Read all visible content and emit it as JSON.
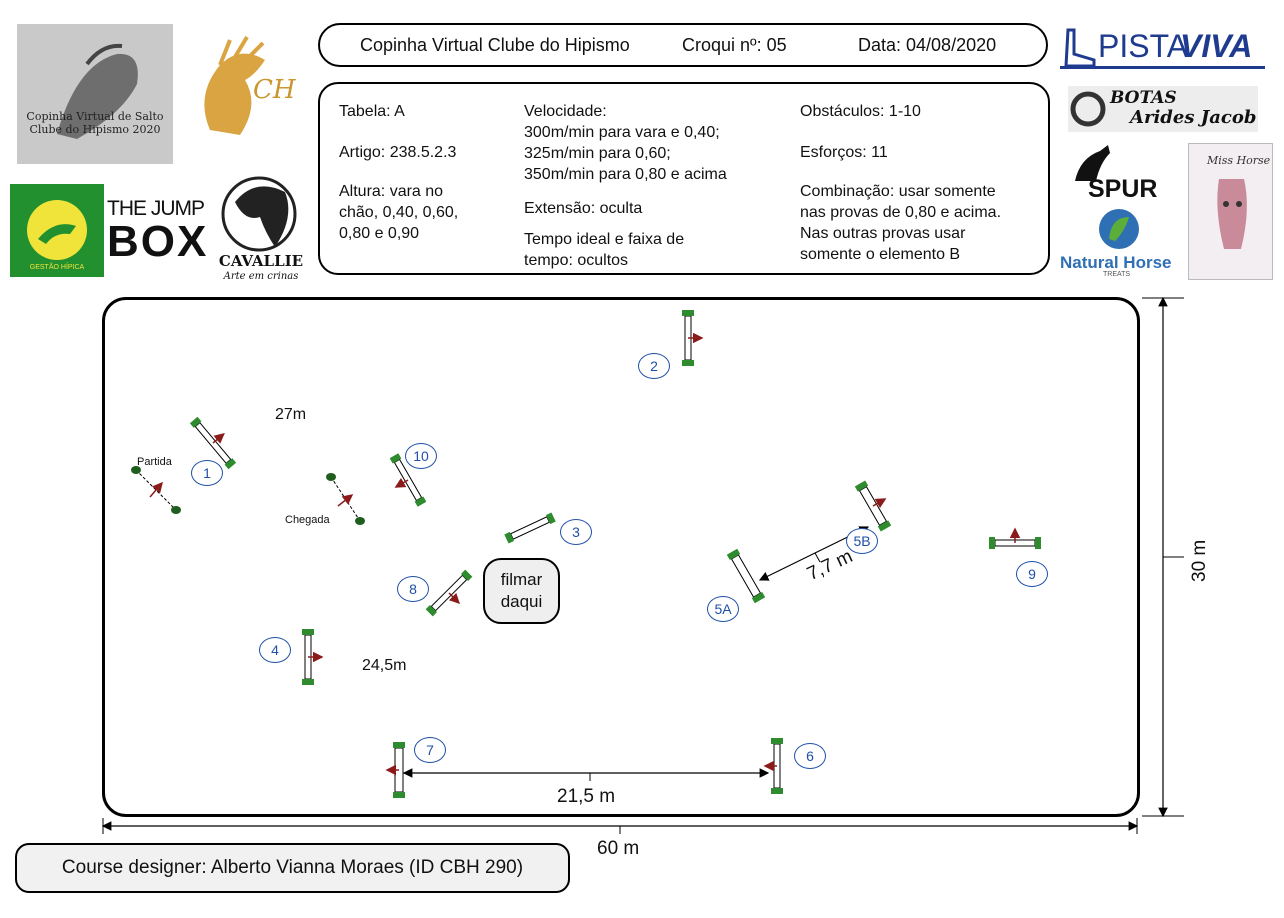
{
  "header": {
    "event": "Copinha Virtual Clube do Hipismo",
    "croqui": "Croqui nº: 05",
    "date": "Data: 04/08/2020"
  },
  "info": {
    "tabela": "Tabela: A",
    "artigo": "Artigo: 238.5.2.3",
    "altura": "Altura: vara no\nchão, 0,40, 0,60,\n0,80 e 0,90",
    "velocidade": "Velocidade:\n300m/min para vara e 0,40;\n325m/min para 0,60;\n350m/min para 0,80 e acima",
    "extensao": "Extensão: oculta",
    "tempo": "Tempo ideal e faixa de\ntempo: ocultos",
    "obstaculos": "Obstáculos: 1-10",
    "esforcos": "Esforços: 11",
    "combinacao": "Combinação: usar somente\nnas provas de 0,80 e acima.\nNas outras provas usar\nsomente o elemento B"
  },
  "logos": {
    "copinha_text": "Copinha Virtual de Salto\nClube do Hipismo 2020",
    "ch": "CH",
    "gestao": "GESTÃO HÍPICA",
    "jump_line1": "THE JUMP",
    "jump_line2": "BOX",
    "cavallie": "CAVALLIE",
    "cavallie_sub": "Arte em crinas",
    "pista_a": "PISTA",
    "pista_b": "VIVA",
    "botas_1": "BOTAS",
    "botas_2": "Arides Jacob",
    "spur": "SPUR",
    "natural": "Natural Horse",
    "natural_sub": "TREATS",
    "misshorse": "Miss Horse"
  },
  "course": {
    "start_label": "Partida",
    "finish_label": "Chegada",
    "film_line1": "filmar",
    "film_line2": "daqui",
    "dist_27": "27m",
    "dist_245": "24,5m",
    "dist_77": "7,7 m",
    "dist_215": "21,5 m",
    "width": "60 m",
    "height": "30 m",
    "obstacles": [
      "1",
      "2",
      "3",
      "4",
      "5A",
      "5B",
      "6",
      "7",
      "8",
      "9",
      "10"
    ]
  },
  "footer": {
    "designer": "Course designer: Alberto Vianna Moraes (ID CBH 290)"
  },
  "colors": {
    "number_blue": "#1f4fa8",
    "standard_green": "#2e8b2e",
    "arrow_red": "#8b1a1a"
  }
}
